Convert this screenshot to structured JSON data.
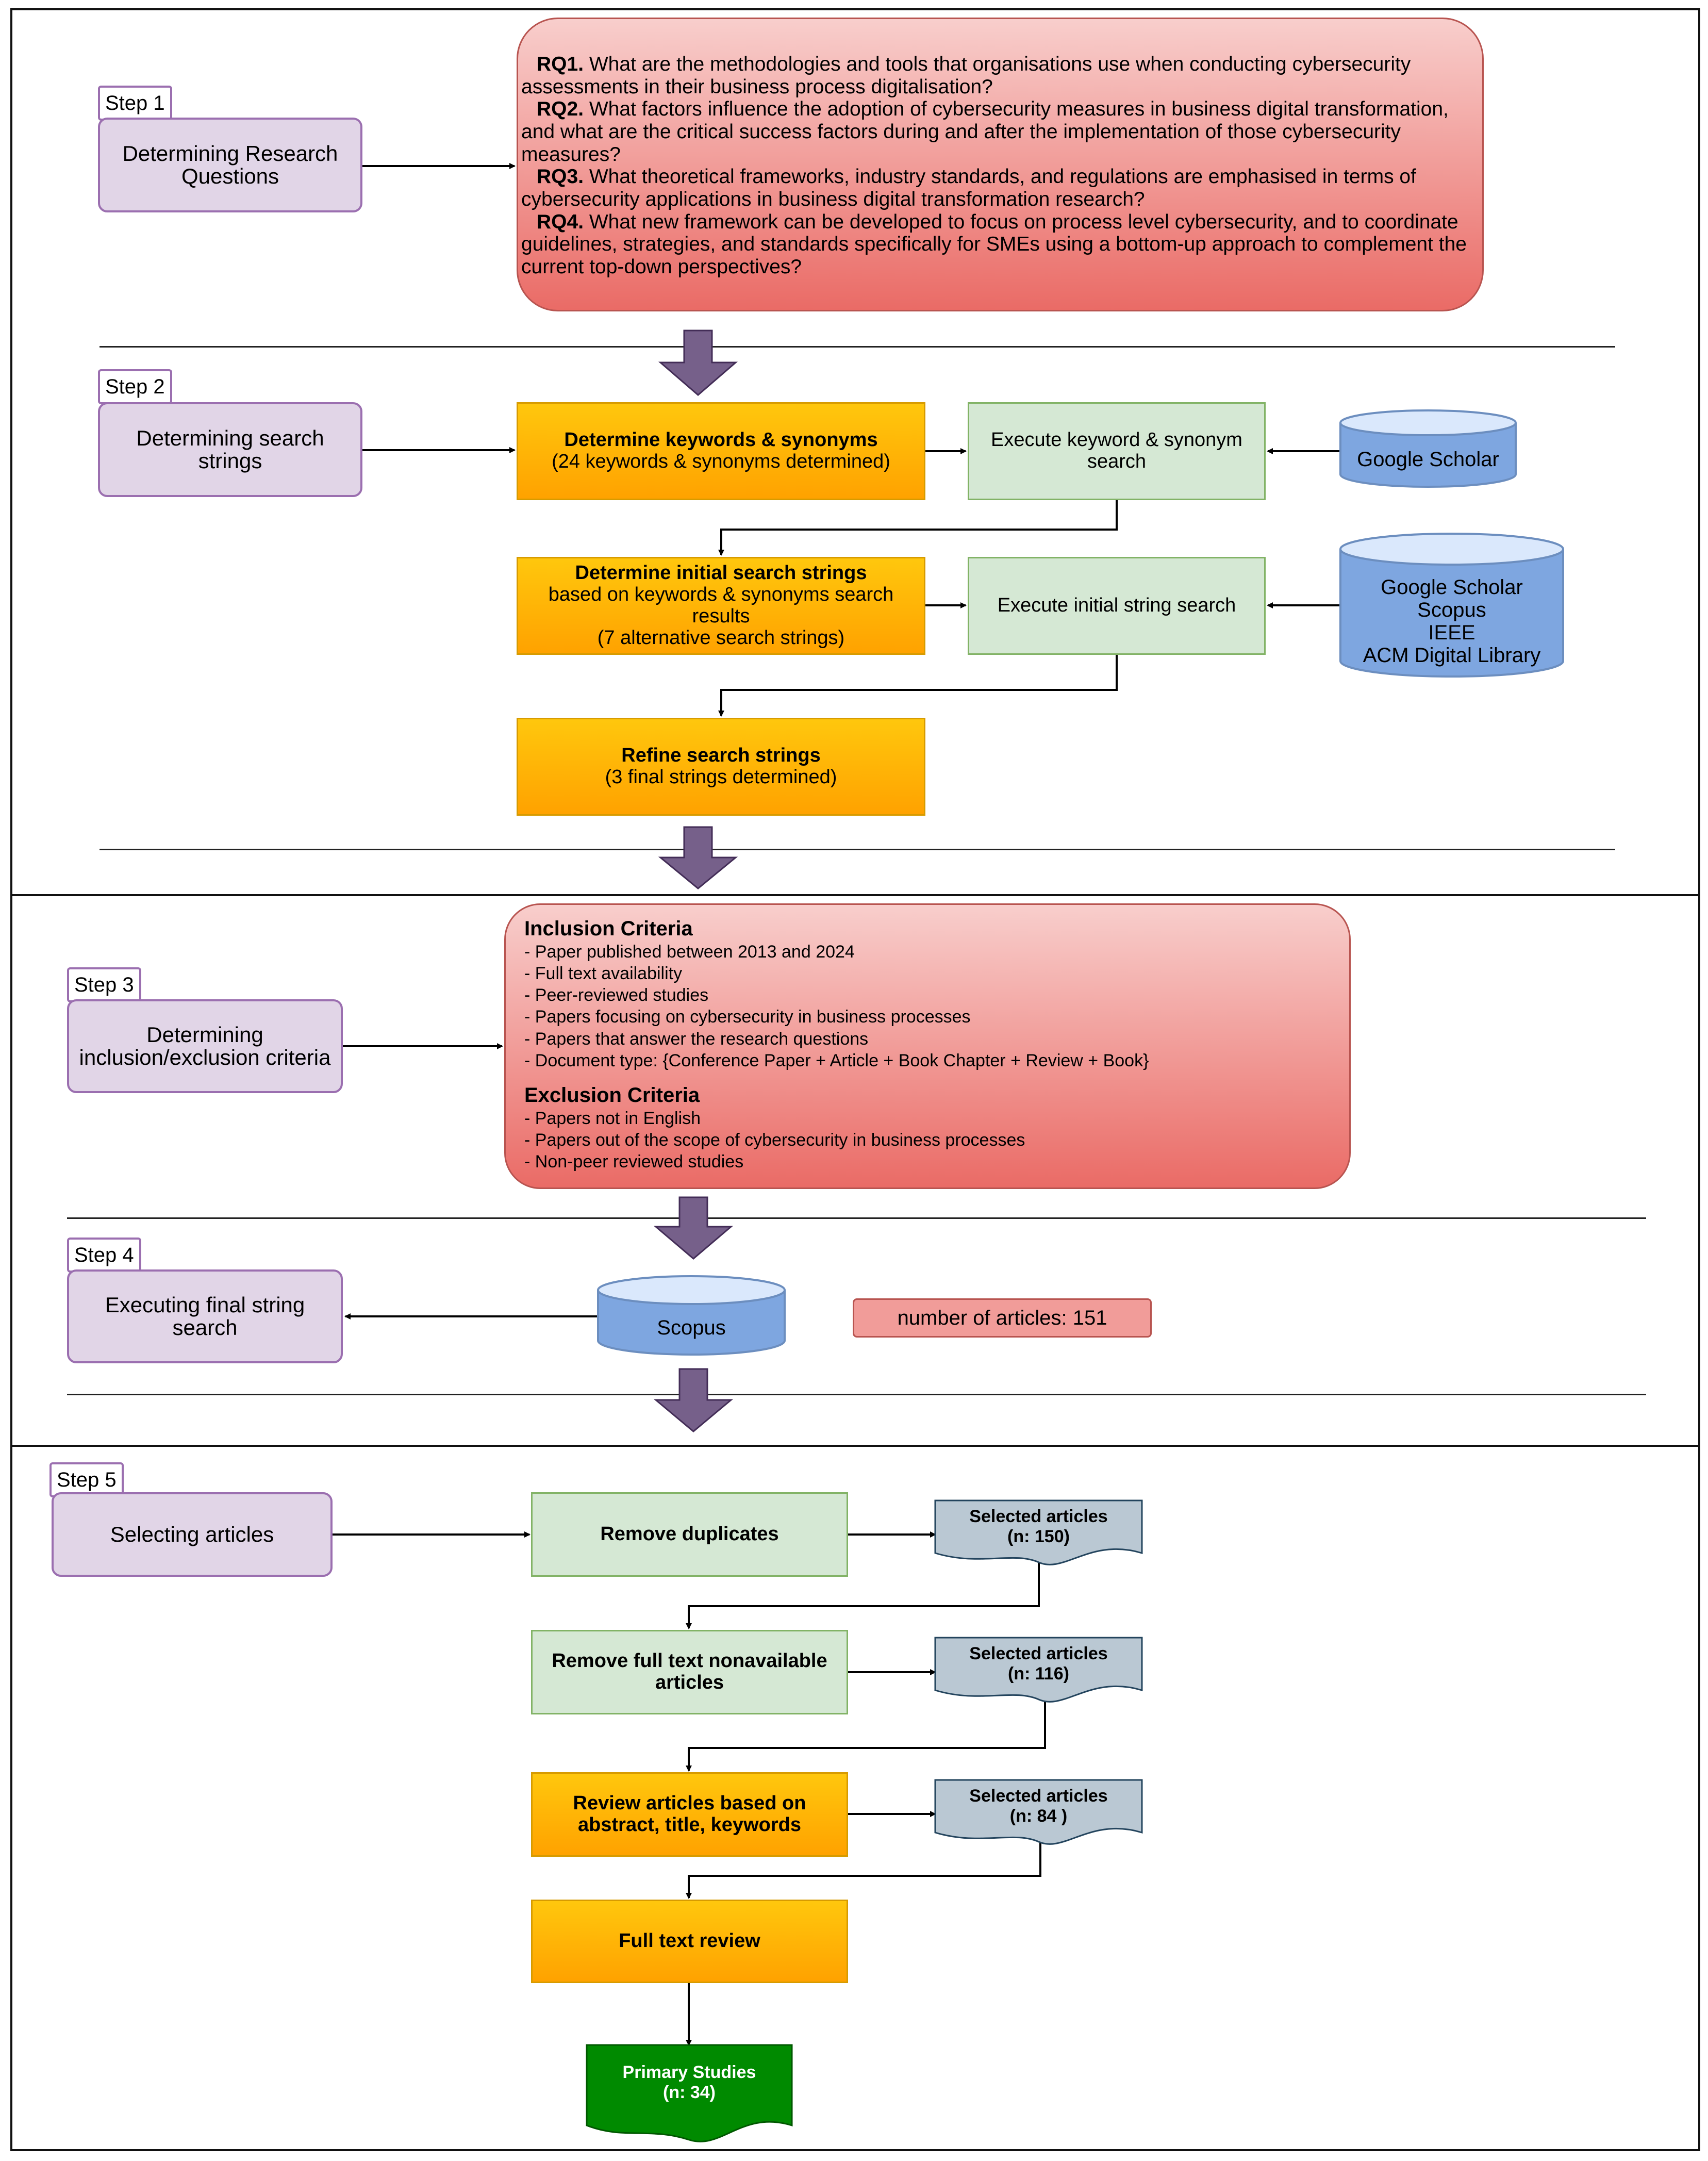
{
  "colors": {
    "step_box_fill": "#e1d5e7",
    "step_box_border": "#9b6fb0",
    "process_orange": "#ffb30a",
    "process_green": "#d5e8d4",
    "criteria_red": "#ea6b66",
    "database_blue": "#7ea6e0",
    "document_gray": "#bac8d3",
    "primary_green": "#008a00",
    "down_arrow_purple": "#76608a"
  },
  "step1": {
    "tag": "Step 1",
    "box": "Determining Research Questions",
    "rq1_label": "RQ1.",
    "rq1_text": "What are the methodologies and tools that organisations use when conducting cybersecurity assessments in their business process digitalisation?",
    "rq2_label": "RQ2.",
    "rq2_text": "What factors influence the adoption of cybersecurity measures in business digital transformation, and what are the critical success factors during and after the implementation of those cybersecurity measures?",
    "rq3_label": "RQ3.",
    "rq3_text": "What theoretical frameworks, industry standards, and regulations are emphasised in terms of cybersecurity applications in business digital transformation research?",
    "rq4_label": "RQ4.",
    "rq4_text": "What new framework can be developed to focus on process level cybersecurity, and to coordinate guidelines, strategies, and standards specifically for SMEs using a bottom-up approach to complement the current top-down perspectives?"
  },
  "step2": {
    "tag": "Step 2",
    "box": "Determining search strings",
    "keywords_title": "Determine keywords & synonyms",
    "keywords_sub": "(24 keywords & synonyms determined)",
    "keyword_search": "Execute keyword & synonym search",
    "db1": "Google Scholar",
    "initial_title": "Determine initial search strings",
    "initial_line1": "based on keywords & synonyms search results",
    "initial_line2": "(7 alternative search strings)",
    "initial_search": "Execute initial string search",
    "db2": [
      "Google Scholar",
      "Scopus",
      "IEEE",
      "ACM Digital Library"
    ],
    "refine_title": "Refine search strings",
    "refine_sub": "(3 final strings determined)"
  },
  "step3": {
    "tag": "Step 3",
    "box": "Determining inclusion/exclusion criteria",
    "inclusion_title": "Inclusion Criteria",
    "inclusion": [
      "- Paper published between 2013 and 2024",
      "- Full text availability",
      "- Peer-reviewed studies",
      "- Papers focusing on cybersecurity in business processes",
      "- Papers that answer the research questions",
      "- Document type: {Conference Paper + Article + Book Chapter + Review + Book}"
    ],
    "exclusion_title": "Exclusion Criteria",
    "exclusion": [
      "- Papers not in English",
      "- Papers out of the scope of cybersecurity in business processes",
      "- Non-peer reviewed studies"
    ]
  },
  "step4": {
    "tag": "Step 4",
    "box": "Executing final string search",
    "db": "Scopus",
    "articles": "number of articles: 151"
  },
  "step5": {
    "tag": "Step 5",
    "box": "Selecting articles",
    "p1": "Remove duplicates",
    "p2": "Remove full text nonavailable articles",
    "p3": "Review articles based on abstract, title, keywords",
    "p4": "Full text review",
    "doc_title": "Selected articles",
    "d1": "(n: 150)",
    "d2": "(n: 116)",
    "d3": "(n: 84 )",
    "primary_title": "Primary Studies",
    "primary_n": "(n: 34)"
  }
}
